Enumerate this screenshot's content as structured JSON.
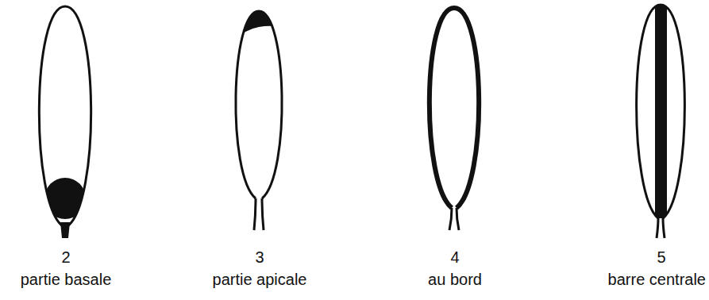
{
  "diagram": {
    "labels": [
      "2",
      "partie basale",
      "3",
      "partie apicale",
      "4",
      "au bord",
      "5",
      "barre centrale"
    ]
  }
}
